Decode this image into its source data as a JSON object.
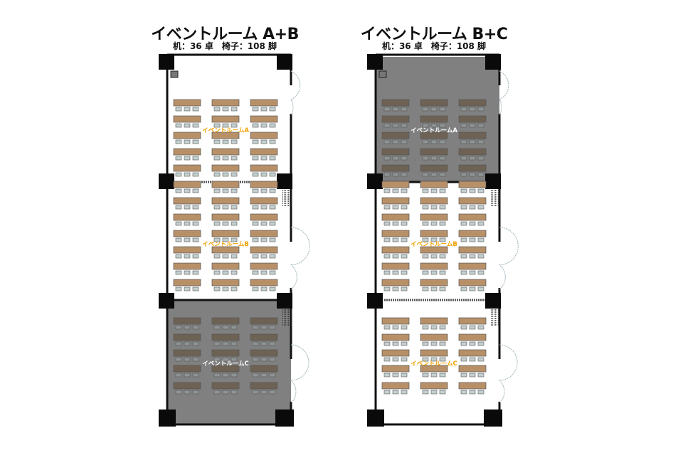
{
  "plans": [
    {
      "title": "イベントルーム A+B",
      "capacity": "机：36 卓　椅子：108 脚",
      "rooms": [
        {
          "label": "イベントルームA",
          "rows": 5,
          "in_use": true
        },
        {
          "label": "イベントルームB",
          "rows": 7,
          "in_use": true
        },
        {
          "label": "イベントルームC",
          "rows": 5,
          "in_use": false
        }
      ]
    },
    {
      "title": "イベントルーム B+C",
      "capacity": "机：36 卓　椅子：108 脚",
      "rooms": [
        {
          "label": "イベントルームA",
          "rows": 5,
          "in_use": false
        },
        {
          "label": "イベントルームB",
          "rows": 7,
          "in_use": true
        },
        {
          "label": "イベントルームC",
          "rows": 5,
          "in_use": true
        }
      ]
    }
  ],
  "colors": {
    "label_active": "#f0a000",
    "label_inactive": "#ffffff",
    "unused_fill": "#808080",
    "table": "#b89068",
    "table_unused": "#6e6254",
    "chair": "#c4cfcf"
  }
}
